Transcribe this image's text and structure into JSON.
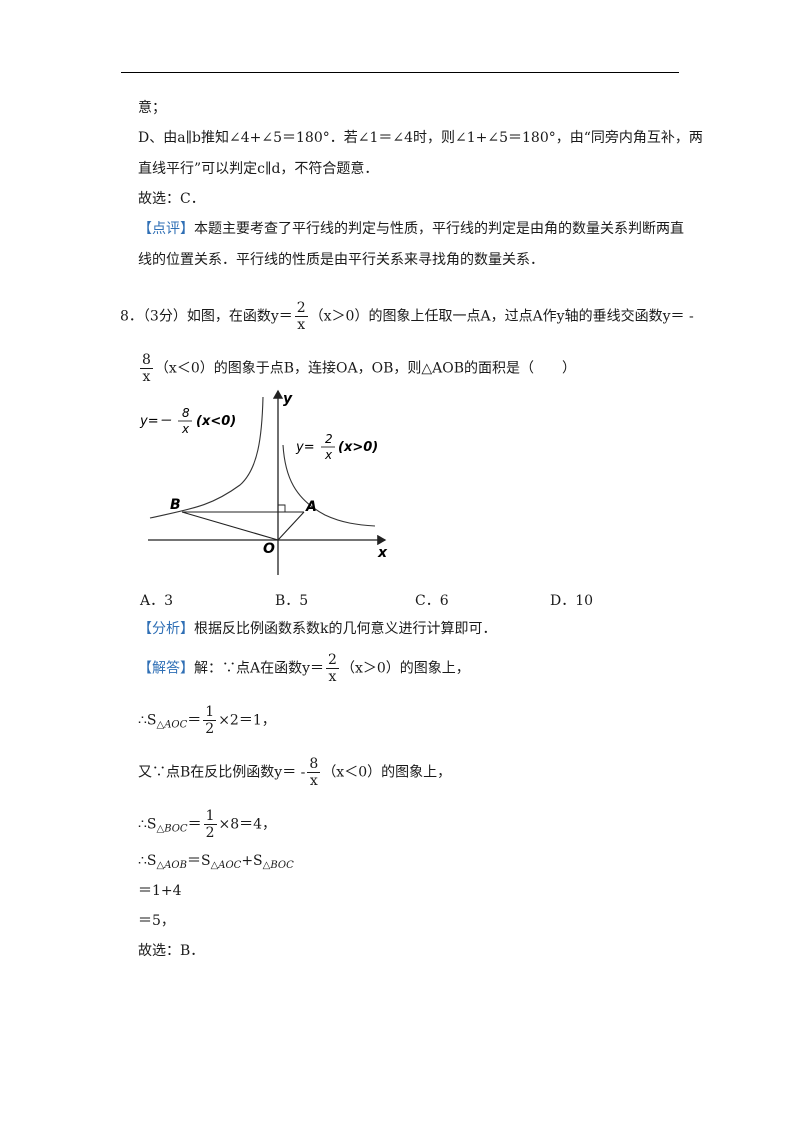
{
  "prev": {
    "l1": "意；",
    "l2": "D、由a∥b推知∠4+∠5＝180°．若∠1＝∠4时，则∠1+∠5＝180°，由“同旁内角互补，两",
    "l3": "直线平行”可以判定c∥d，不符合题意．",
    "answer": "故选：C．",
    "comment_tag": "【点评】",
    "comment_1": "本题主要考查了平行线的判定与性质，平行线的判定是由角的数量关系判断两直",
    "comment_2": "线的位置关系．平行线的性质是由平行关系来寻找角的数量关系．"
  },
  "q8": {
    "lead": "8．（3分）如图，在函数y＝",
    "frac1_num": "2",
    "frac1_den": "x",
    "mid": "（x＞0）的图象上任取一点A，过点A作y轴的垂线交函数y＝ -",
    "frac2_num": "8",
    "frac2_den": "x",
    "tail": "（x＜0）的图象于点B，连接OA，OB，则△AOB的面积是（　　）"
  },
  "figure": {
    "left_formula_prefix": "y=－",
    "left_num": "8",
    "left_den": "x",
    "left_cond": "(x<0)",
    "right_formula_prefix": "y=",
    "right_num": "2",
    "right_den": "x",
    "right_cond": "(x>0)",
    "label_y": "y",
    "label_x": "x",
    "label_A": "A",
    "label_B": "B",
    "label_O": "O"
  },
  "options": [
    "A．3",
    "B．5",
    "C．6",
    "D．10"
  ],
  "analysis": {
    "tag": "【分析】",
    "text": "根据反比例函数系数k的几何意义进行计算即可．"
  },
  "solution": {
    "tag": "【解答】",
    "s1_pre": "解：∵点A在函数y＝",
    "s1_num": "2",
    "s1_den": "x",
    "s1_post": "（x＞0）的图象上，",
    "s2_pre": "∴S",
    "s2_sub": "△AOC",
    "s2_eq": "＝",
    "s2_num": "1",
    "s2_den": "2",
    "s2_post": "×2＝1，",
    "s3_pre": "又∵点B在反比例函数y＝ -",
    "s3_num": "8",
    "s3_den": "x",
    "s3_post": "（x＜0）的图象上，",
    "s4_pre": "∴S",
    "s4_sub": "△BOC",
    "s4_eq": "＝",
    "s4_num": "1",
    "s4_den": "2",
    "s4_post": "×8＝4，",
    "s5_pre": "∴S",
    "s5_sub1": "△AOB",
    "s5_mid": "＝S",
    "s5_sub2": "△AOC",
    "s5_plus": "+S",
    "s5_sub3": "△BOC",
    "s6": "＝1+4",
    "s7": "＝5，",
    "answer": "故选：B．"
  }
}
